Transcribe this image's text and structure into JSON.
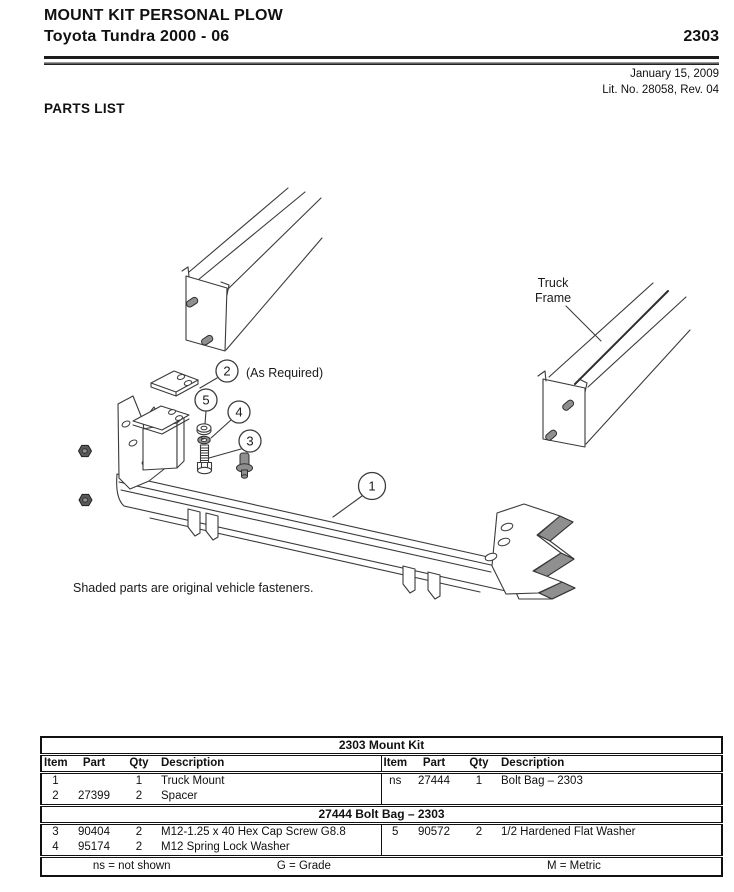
{
  "header": {
    "title_line1": "MOUNT KIT PERSONAL PLOW",
    "title_line2": "Toyota Tundra 2000 - 06",
    "doc_number": "2303",
    "date": "January 15, 2009",
    "lit_no": "Lit. No. 28058, Rev. 04",
    "section_heading": "PARTS LIST"
  },
  "diagram": {
    "truck_frame_label_line1": "Truck",
    "truck_frame_label_line2": "Frame",
    "as_required": "(As Required)",
    "note": "Shaded parts are original vehicle fasteners.",
    "callouts": {
      "c1": "1",
      "c2": "2",
      "c3": "3",
      "c4": "4",
      "c5": "5"
    }
  },
  "parts_table": {
    "kit_title": "2303  Mount Kit",
    "columns": [
      "Item",
      "Part",
      "Qty",
      "Description"
    ],
    "mount_kit_rows": [
      {
        "left": {
          "item": "1",
          "part": "",
          "qty": "1",
          "desc": "Truck Mount"
        },
        "right": {
          "item": "ns",
          "part": "27444",
          "qty": "1",
          "desc": "Bolt Bag – 2303"
        }
      },
      {
        "left": {
          "item": "2",
          "part": "27399",
          "qty": "2",
          "desc": "Spacer"
        },
        "right": {
          "item": "",
          "part": "",
          "qty": "",
          "desc": ""
        }
      }
    ],
    "bolt_bag_title": "27444  Bolt Bag – 2303",
    "bolt_bag_rows": [
      {
        "left": {
          "item": "3",
          "part": "90404",
          "qty": "2",
          "desc": "M12-1.25 x 40 Hex Cap Screw G8.8"
        },
        "right": {
          "item": "5",
          "part": "90572",
          "qty": "2",
          "desc": "1/2 Hardened Flat Washer"
        }
      },
      {
        "left": {
          "item": "4",
          "part": "95174",
          "qty": "2",
          "desc": "M12 Spring Lock Washer"
        },
        "right": {
          "item": "",
          "part": "",
          "qty": "",
          "desc": ""
        }
      }
    ],
    "legend": {
      "ns": "ns = not shown",
      "g": "G = Grade",
      "m": "M = Metric"
    }
  }
}
